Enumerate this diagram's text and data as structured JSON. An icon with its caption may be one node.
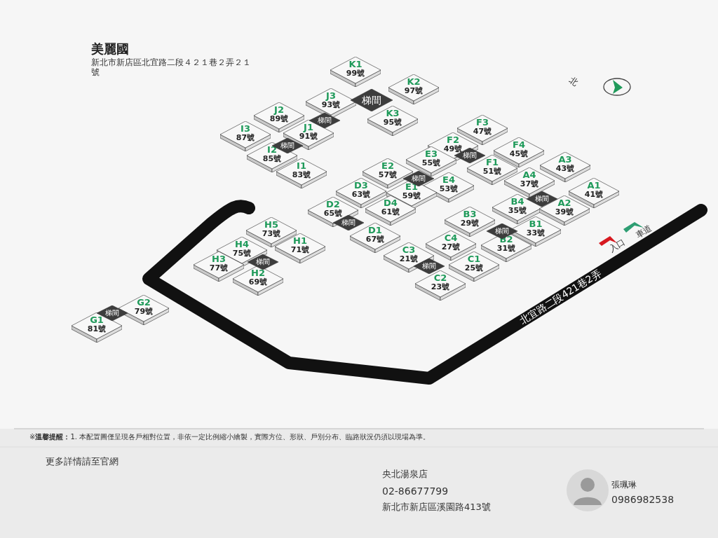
{
  "diagram": {
    "title": "美麗國",
    "nodes": [
      {
        "text": [
          "K1",
          "99號"
        ]
      },
      {
        "text": [
          "K2",
          "97號"
        ]
      },
      {
        "text": [
          "梯間"
        ]
      },
      {
        "text": [
          "J3",
          "93號"
        ]
      },
      {
        "text": [
          "K3",
          "95號"
        ]
      },
      {
        "text": [
          "J2",
          "89號"
        ]
      },
      {
        "text": [
          "梯間"
        ]
      },
      {
        "text": [
          "J1",
          "91號"
        ]
      },
      {
        "text": [
          "I3",
          "87號"
        ]
      },
      {
        "text": [
          "梯間"
        ]
      },
      {
        "text": [
          "I2",
          "85號"
        ]
      },
      {
        "text": [
          "I1",
          "83號"
        ]
      },
      {
        "text": [
          "F3",
          "47號"
        ]
      },
      {
        "text": [
          "F2",
          "49號"
        ]
      },
      {
        "text": [
          "F4",
          "45號"
        ]
      },
      {
        "text": [
          "梯間"
        ]
      },
      {
        "text": [
          "E3",
          "55號"
        ]
      },
      {
        "text": [
          "F1",
          "51號"
        ]
      },
      {
        "text": [
          "E2",
          "57號"
        ]
      },
      {
        "text": [
          "A3",
          "43號"
        ]
      },
      {
        "text": [
          "梯間"
        ]
      },
      {
        "text": [
          "E4",
          "53號"
        ]
      },
      {
        "text": [
          "A4",
          "37號"
        ]
      },
      {
        "text": [
          "A1",
          "41號"
        ]
      },
      {
        "text": [
          "D3",
          "63號"
        ]
      },
      {
        "text": [
          "E1",
          "59號"
        ]
      },
      {
        "text": [
          "梯間"
        ]
      },
      {
        "text": [
          "A2",
          "39號"
        ]
      },
      {
        "text": [
          "D2",
          "65號"
        ]
      },
      {
        "text": [
          "D4",
          "61號"
        ]
      },
      {
        "text": [
          "B4",
          "35號"
        ]
      },
      {
        "text": [
          "梯間"
        ]
      },
      {
        "text": [
          "B3",
          "29號"
        ]
      },
      {
        "text": [
          "梯間"
        ]
      },
      {
        "text": [
          "H5",
          "73號"
        ]
      },
      {
        "text": [
          "B1",
          "33號"
        ]
      },
      {
        "text": [
          "D1",
          "67號"
        ]
      },
      {
        "text": [
          "B2",
          "31號"
        ]
      },
      {
        "text": [
          "C4",
          "27號"
        ]
      },
      {
        "text": [
          "H1",
          "71號"
        ]
      },
      {
        "text": [
          "H4",
          "75號"
        ]
      },
      {
        "text": [
          "C3",
          "21號"
        ]
      },
      {
        "text": [
          "梯間"
        ]
      },
      {
        "text": [
          "C1",
          "25號"
        ]
      },
      {
        "text": [
          "梯間"
        ]
      },
      {
        "text": [
          "H3",
          "77號"
        ]
      },
      {
        "text": [
          "H2",
          "69號"
        ]
      },
      {
        "text": [
          "C2",
          "23號"
        ]
      },
      {
        "text": [
          "G2",
          "79號"
        ]
      },
      {
        "text": [
          "梯間"
        ]
      },
      {
        "text": [
          "G1",
          "81號"
        ]
      }
    ],
    "labels": [
      "新北市新店區北宜路二段４２１巷２弄２１號",
      "北",
      "北宜路二段421巷2弄",
      "入口",
      "車道",
      "※**溫馨提醒：**1. 本配置圖僅呈現各戶相對位置，非依一定比例縮小繪製，實際方位、形狀、戶別分布、臨路狀況仍須以現場為準。",
      "更多詳情請至官網",
      "央北湯泉店",
      "02-86677799",
      "新北市新店區溪園路413號",
      "張珮琳",
      "0986982538"
    ]
  }
}
